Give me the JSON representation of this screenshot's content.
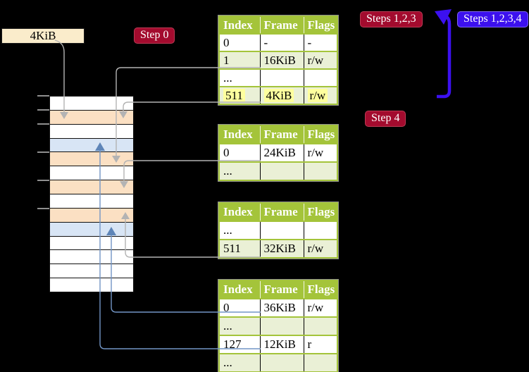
{
  "colors": {
    "background": "#000000",
    "table_header_green": "#a4c43a",
    "table_row_green": "#eaf0d6",
    "frame_peach": "#fbe0c3",
    "frame_blue": "#d8e5f5",
    "frame_white": "#ffffff",
    "label_cream": "#faeccb",
    "badge_red": "#a30b2e",
    "badge_blue": "#3c10ee",
    "highlight_yellow": "#feff9e",
    "connector_gray": "#b3b3b3",
    "connector_blue": "#7295c5",
    "loop_arrow_blue": "#3c10f0"
  },
  "frame_size_label": "4KiB",
  "badges": {
    "step0": "Step 0",
    "steps123": "Steps 1,2,3",
    "steps1234": "Steps 1,2,3,4",
    "step4": "Step 4"
  },
  "tables": [
    {
      "header": [
        "Index",
        "Frame",
        "Flags"
      ],
      "rows": [
        {
          "cells": [
            "0",
            "-",
            "-"
          ],
          "highlight": false
        },
        {
          "cells": [
            "1",
            "16KiB",
            "r/w"
          ],
          "highlight": false
        },
        {
          "cells": [
            "...",
            "",
            ""
          ],
          "highlight": false
        },
        {
          "cells": [
            "511",
            "4KiB",
            "r/w"
          ],
          "highlight": true
        }
      ]
    },
    {
      "header": [
        "Index",
        "Frame",
        "Flags"
      ],
      "rows": [
        {
          "cells": [
            "0",
            "24KiB",
            "r/w"
          ],
          "highlight": false
        },
        {
          "cells": [
            "...",
            "",
            ""
          ],
          "highlight": false
        }
      ]
    },
    {
      "header": [
        "Index",
        "Frame",
        "Flags"
      ],
      "rows": [
        {
          "cells": [
            "...",
            "",
            ""
          ],
          "highlight": false
        },
        {
          "cells": [
            "511",
            "32KiB",
            "r/w"
          ],
          "highlight": false
        }
      ]
    },
    {
      "header": [
        "Index",
        "Frame",
        "Flags"
      ],
      "rows": [
        {
          "cells": [
            "0",
            "36KiB",
            "r/w"
          ],
          "highlight": false
        },
        {
          "cells": [
            "...",
            "",
            ""
          ],
          "highlight": false
        },
        {
          "cells": [
            "127",
            "12KiB",
            "r"
          ],
          "highlight": false
        },
        {
          "cells": [
            "...",
            "",
            ""
          ],
          "highlight": false
        }
      ]
    }
  ],
  "memory_strip": {
    "row_colors": [
      "white",
      "peach",
      "white",
      "blue",
      "peach",
      "white",
      "peach",
      "white",
      "peach",
      "blue",
      "white",
      "white",
      "white",
      "white"
    ]
  }
}
